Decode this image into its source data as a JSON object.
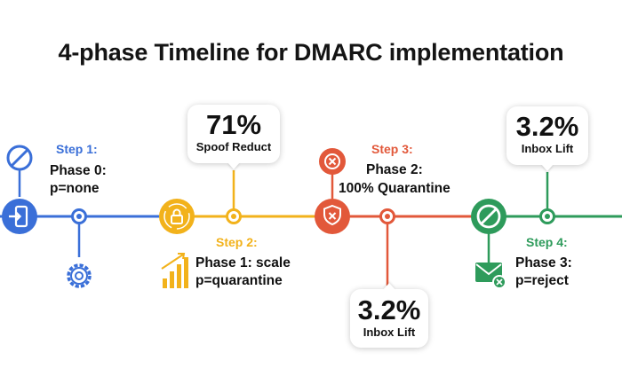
{
  "title": "4-phase Timeline for DMARC implementation",
  "colors": {
    "blue": "#3a6fd8",
    "yellow": "#f2b21b",
    "red": "#e2583a",
    "green": "#2e9b5b",
    "bar_blue": "#3a6fd8",
    "bar_yellow": "#f0b429",
    "bar_orange": "#e8883a",
    "bar_green": "#2e9b5b"
  },
  "phases": [
    {
      "step": "Step 1:",
      "line1": "Phase 0:",
      "line2": "p=none",
      "icons": [
        "login-icon",
        "gear-icon",
        "no-entry-icon"
      ]
    },
    {
      "step": "Step 2:",
      "line1": "Phase 1: scale",
      "line2": "p=quarantine",
      "icons": [
        "lock-icon",
        "bar-chart-icon"
      ]
    },
    {
      "step": "Step 3:",
      "line1": "Phase 2:",
      "line2": "100% Quarantine",
      "icons": [
        "shield-x-icon",
        "x-circle-icon"
      ]
    },
    {
      "step": "Step 4:",
      "line1": "Phase 3:",
      "line2": "p=reject",
      "icons": [
        "no-entry-icon",
        "mail-x-icon"
      ]
    }
  ],
  "callouts": [
    {
      "value": "71%",
      "label": "Spoof Reduct"
    },
    {
      "value": "3.2%",
      "label": "Inbox Lift"
    },
    {
      "value": "3.2%",
      "label": "Inbox Lift"
    }
  ]
}
